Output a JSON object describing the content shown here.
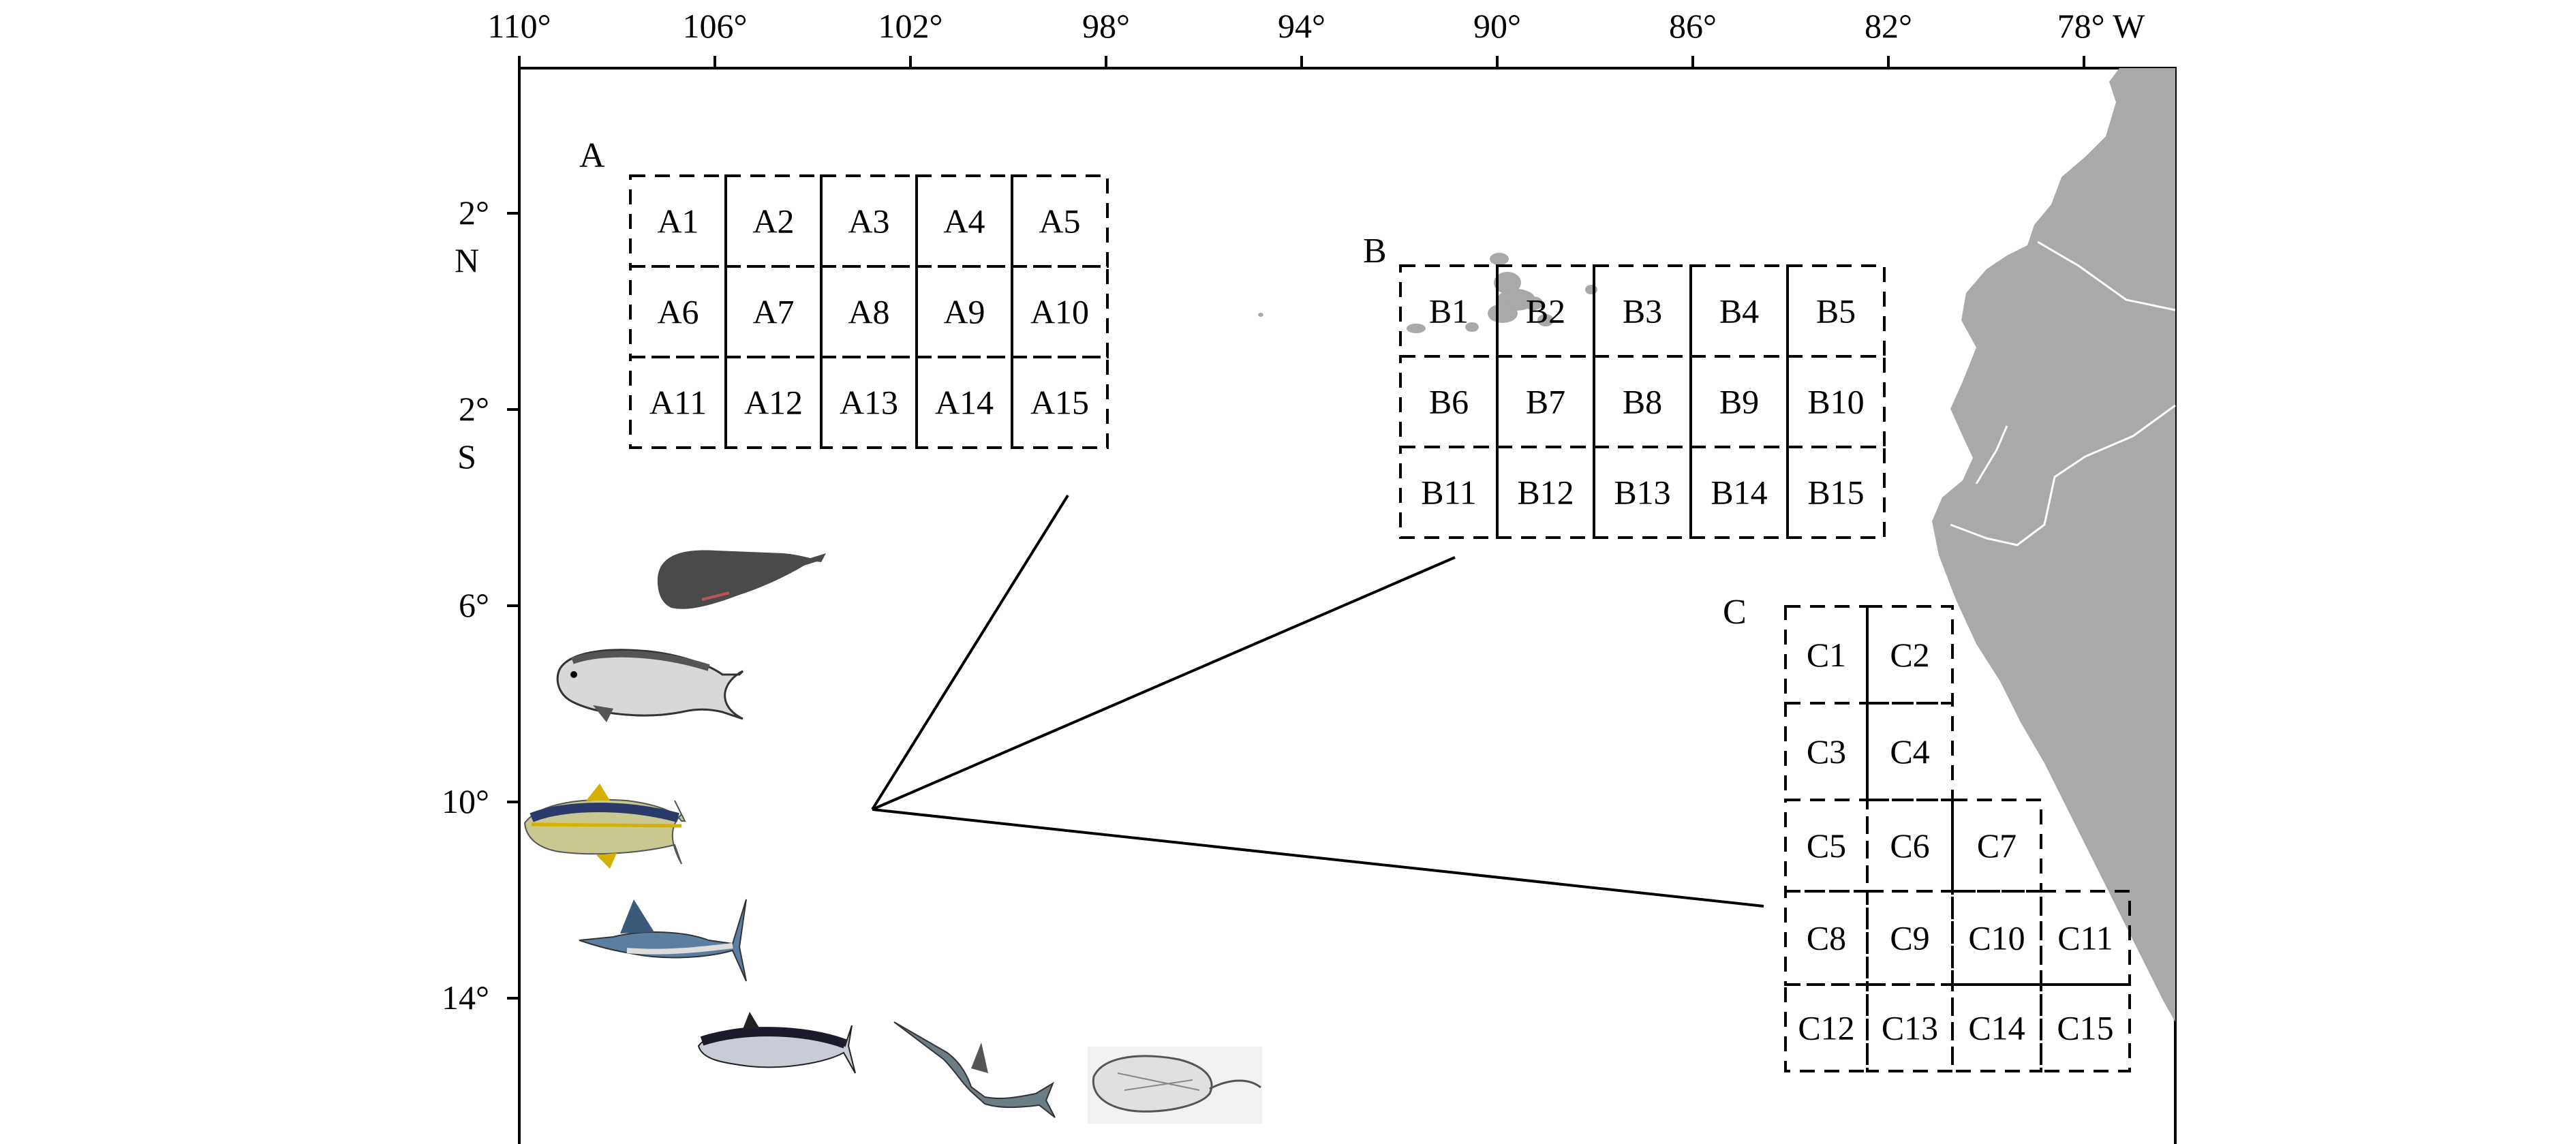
{
  "map": {
    "longitude_ticks": [
      "110°",
      "106°",
      "102°",
      "98°",
      "94°",
      "90°",
      "86°",
      "82°",
      "78° W"
    ],
    "latitude_ticks": [
      {
        "value": "2°",
        "hemisphere": "N"
      },
      {
        "value": "2°",
        "hemisphere": "S"
      },
      {
        "value": "6°",
        "hemisphere": ""
      },
      {
        "value": "10°",
        "hemisphere": ""
      },
      {
        "value": "14°",
        "hemisphere": ""
      }
    ],
    "land_color": "#a9a9a9",
    "regions": [
      {
        "label": "A",
        "cells": [
          "A1",
          "A2",
          "A3",
          "A4",
          "A5",
          "A6",
          "A7",
          "A8",
          "A9",
          "A10",
          "A11",
          "A12",
          "A13",
          "A14",
          "A15"
        ]
      },
      {
        "label": "B",
        "cells": [
          "B1",
          "B2",
          "B3",
          "B4",
          "B5",
          "B6",
          "B7",
          "B8",
          "B9",
          "B10",
          "B11",
          "B12",
          "B13",
          "B14",
          "B15"
        ]
      },
      {
        "label": "C",
        "cells": [
          "C1",
          "C2",
          "C3",
          "C4",
          "C5",
          "C6",
          "C7",
          "C8",
          "C9",
          "C10",
          "C11",
          "C12",
          "C13",
          "C14",
          "C15"
        ]
      }
    ],
    "species_icons": [
      "sperm-whale-icon",
      "dolphinfish-icon",
      "yellowfin-tuna-icon",
      "blue-marlin-icon",
      "albacore-tuna-icon",
      "swordfish-icon",
      "stingray-icon"
    ]
  }
}
